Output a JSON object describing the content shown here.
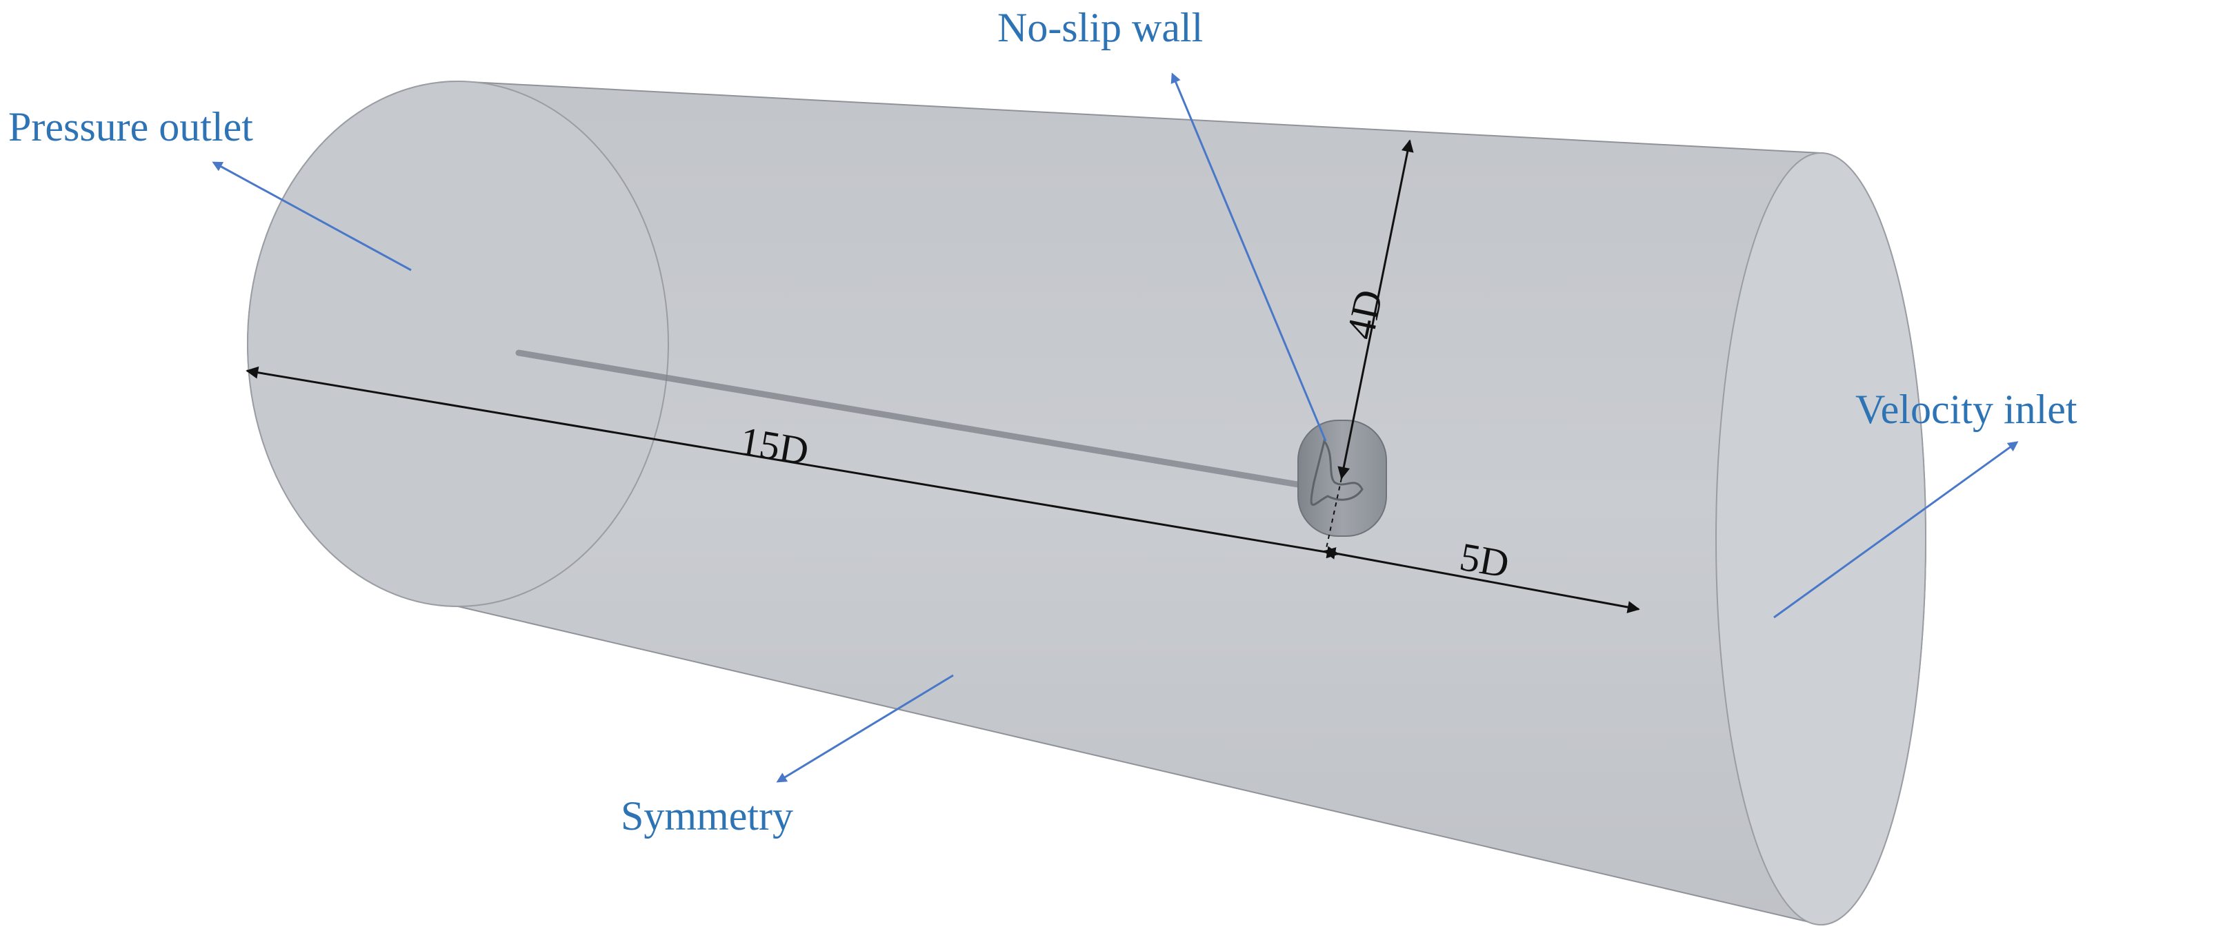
{
  "labels": {
    "pressure_outlet": "Pressure outlet",
    "no_slip_wall": "No-slip wall",
    "velocity_inlet": "Velocity inlet",
    "symmetry": "Symmetry"
  },
  "dimensions": {
    "upstream": "15D",
    "downstream": "5D",
    "radius": "4D"
  },
  "colors": {
    "label_text": "#2e74b5",
    "pointer_arrow": "#4a78c8",
    "domain_fill": "#c3c6cb",
    "domain_edge": "#8f9399",
    "dimension_line": "#111111",
    "body_fill": "#8d9299"
  }
}
